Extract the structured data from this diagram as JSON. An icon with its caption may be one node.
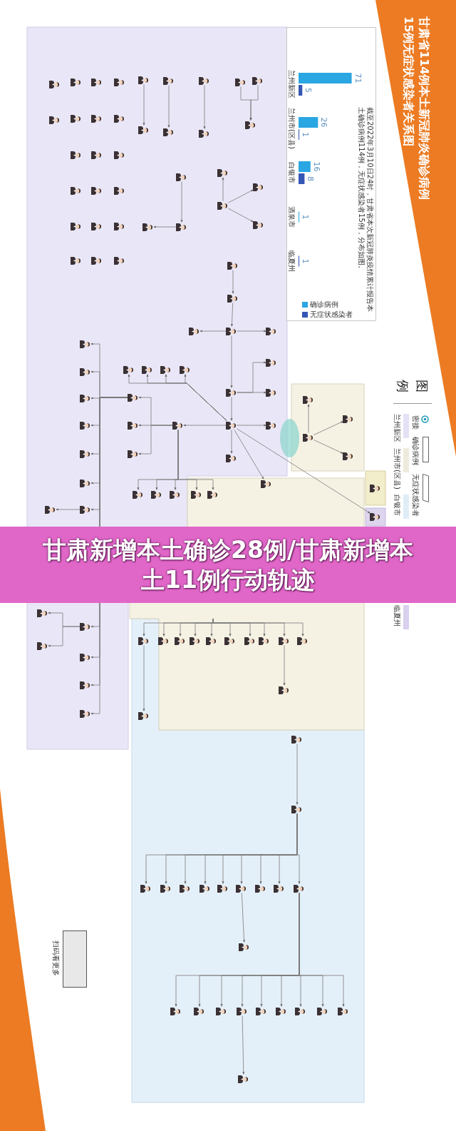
{
  "diagram": {
    "title": "甘肃省114例本土新冠肺炎确诊病例15例无症状感染者关系图",
    "nodes": [
      {
        "text": [],
        "shape": "box"
      },
      {
        "text": [],
        "shape": "box"
      },
      {
        "text": [],
        "shape": "box"
      },
      {
        "text": [],
        "shape": "box"
      },
      {
        "text": [],
        "shape": "box"
      },
      {
        "text": [],
        "shape": "box"
      },
      {
        "text": [],
        "shape": "person",
        "in": 0
      },
      {
        "text": [],
        "shape": "person",
        "in": 0
      },
      {
        "text": [],
        "shape": "person",
        "in": 0
      },
      {
        "text": [],
        "shape": "person",
        "in": 0
      },
      {
        "text": [],
        "shape": "person",
        "in": 0
      },
      {
        "text": [],
        "shape": "person",
        "in": 0
      },
      {
        "text": [],
        "shape": "person",
        "in": 0
      },
      {
        "text": [],
        "shape": "person",
        "in": 0
      },
      {
        "text": [],
        "shape": "person",
        "in": 0
      },
      {
        "text": [],
        "shape": "person",
        "in": 0
      },
      {
        "text": [],
        "shape": "person",
        "in": 0
      },
      {
        "text": [],
        "shape": "person",
        "in": 0
      },
      {
        "text": [],
        "shape": "person",
        "in": 0
      },
      {
        "text": [],
        "shape": "person",
        "in": 0
      },
      {
        "text": [],
        "shape": "person",
        "in": 0
      },
      {
        "text": [],
        "shape": "person",
        "in": 0
      },
      {
        "text": [],
        "shape": "person",
        "in": 0
      },
      {
        "text": [],
        "shape": "person",
        "in": 0
      },
      {
        "text": [],
        "shape": "person",
        "in": 0
      },
      {
        "text": [],
        "shape": "person",
        "in": 0
      },
      {
        "text": [],
        "shape": "person",
        "in": 0
      },
      {
        "text": [],
        "shape": "person",
        "in": 0
      },
      {
        "text": [],
        "shape": "person",
        "in": 0
      },
      {
        "text": [],
        "shape": "person",
        "in": 0
      },
      {
        "text": [],
        "shape": "person",
        "in": 0
      },
      {
        "text": [],
        "shape": "person",
        "in": 0
      },
      {
        "text": [],
        "shape": "person",
        "in": 0
      },
      {
        "text": [],
        "shape": "person",
        "in": 0
      },
      {
        "text": [],
        "shape": "person",
        "in": 0
      },
      {
        "text": [],
        "shape": "person",
        "in": 0
      },
      {
        "text": [],
        "shape": "person",
        "in": 0
      },
      {
        "text": [],
        "shape": "person",
        "in": 0
      },
      {
        "text": [],
        "shape": "person",
        "in": 0
      },
      {
        "text": [],
        "shape": "person",
        "in": 0
      },
      {
        "text": [],
        "shape": "person",
        "in": 0
      },
      {
        "text": [],
        "shape": "person",
        "in": 0
      },
      {
        "text": [],
        "shape": "person",
        "in": 0
      },
      {
        "text": [],
        "shape": "person",
        "in": 0
      },
      {
        "text": [],
        "shape": "person",
        "in": 0
      },
      {
        "text": [],
        "shape": "person",
        "in": 0
      },
      {
        "text": [],
        "shape": "person",
        "in": 0
      },
      {
        "text": [],
        "shape": "person",
        "in": 0
      },
      {
        "text": [],
        "shape": "person",
        "in": 0
      },
      {
        "text": [],
        "shape": "person",
        "in": 0
      },
      {
        "text": [],
        "shape": "person",
        "in": 0
      },
      {
        "text": [],
        "shape": "person",
        "in": 0
      },
      {
        "text": [],
        "shape": "person",
        "in": 0
      },
      {
        "text": [],
        "shape": "person",
        "in": 0
      },
      {
        "text": [],
        "shape": "person",
        "in": 0
      },
      {
        "text": [],
        "shape": "person",
        "in": 0
      },
      {
        "text": [],
        "shape": "person",
        "in": 0
      },
      {
        "text": [],
        "shape": "person",
        "in": 0
      },
      {
        "text": [],
        "shape": "person",
        "in": 0
      },
      {
        "text": [],
        "shape": "person",
        "in": 0
      },
      {
        "text": [],
        "shape": "person",
        "in": 0
      },
      {
        "text": [],
        "shape": "person",
        "in": 0
      },
      {
        "text": [],
        "shape": "person",
        "in": 0
      },
      {
        "text": [],
        "shape": "person",
        "in": 0
      },
      {
        "text": [],
        "shape": "person",
        "in": 0
      },
      {
        "text": [],
        "shape": "person",
        "in": 0
      },
      {
        "text": [],
        "shape": "person",
        "in": 0
      },
      {
        "text": [],
        "shape": "person",
        "in": 0
      },
      {
        "text": [],
        "shape": "person",
        "in": 0
      },
      {
        "text": [],
        "shape": "person",
        "in": 0
      },
      {
        "text": [],
        "shape": "person",
        "in": 0
      },
      {
        "text": [],
        "shape": "person",
        "in": 0
      },
      {
        "text": [],
        "shape": "person",
        "in": 0
      },
      {
        "text": [],
        "shape": "person",
        "in": 0
      },
      {
        "text": [],
        "shape": "person",
        "in": 0
      },
      {
        "text": [],
        "shape": "person",
        "in": 0
      },
      {
        "text": [],
        "shape": "person",
        "in": 0
      },
      {
        "text": [],
        "shape": "person",
        "in": 0
      },
      {
        "text": [],
        "shape": "person",
        "in": 2
      },
      {
        "text": [],
        "shape": "person",
        "in": 2
      },
      {
        "text": [],
        "shape": "person",
        "in": 2
      },
      {
        "text": [],
        "shape": "person",
        "in": 2
      },
      {
        "text": [],
        "shape": "person",
        "in": 3
      },
      {
        "text": [],
        "shape": "person",
        "in": 3
      },
      {
        "text": [],
        "shape": "person",
        "in": 3
      },
      {
        "text": [],
        "shape": "person",
        "in": 3
      },
      {
        "text": [],
        "shape": "person",
        "in": 3
      },
      {
        "text": [],
        "shape": "person",
        "in": 3
      },
      {
        "text": [],
        "shape": "person",
        "in": 3
      },
      {
        "text": [],
        "shape": "person",
        "in": 3
      },
      {
        "text": [],
        "shape": "person",
        "in": 3
      },
      {
        "text": [],
        "shape": "person",
        "in": 3
      },
      {
        "text": [],
        "shape": "person",
        "in": 3
      },
      {
        "text": [],
        "shape": "person",
        "in": 3
      },
      {
        "text": [],
        "shape": "person",
        "in": 3
      },
      {
        "text": [],
        "shape": "person",
        "in": 4
      },
      {
        "text": [],
        "shape": "person",
        "in": 5
      },
      {
        "text": [],
        "shape": "person",
        "in": 1
      },
      {
        "text": [],
        "shape": "person",
        "in": 1
      },
      {
        "text": [],
        "shape": "person",
        "in": 1
      },
      {
        "text": [],
        "shape": "person",
        "in": 1
      },
      {
        "text": [],
        "shape": "person",
        "in": 1
      },
      {
        "text": [],
        "shape": "person",
        "in": 1
      },
      {
        "text": [],
        "shape": "person",
        "in": 1
      },
      {
        "text": [],
        "shape": "person",
        "in": 1
      },
      {
        "text": [],
        "shape": "person",
        "in": 1
      },
      {
        "text": [],
        "shape": "person",
        "in": 1
      },
      {
        "text": [],
        "shape": "person",
        "in": 1
      },
      {
        "text": [],
        "shape": "person",
        "in": 1
      },
      {
        "text": [],
        "shape": "person",
        "in": 1
      },
      {
        "text": [],
        "shape": "person",
        "in": 1
      },
      {
        "text": [],
        "shape": "person",
        "in": 1
      },
      {
        "text": [],
        "shape": "person",
        "in": 1
      },
      {
        "text": [],
        "shape": "person",
        "in": 1
      },
      {
        "text": [],
        "shape": "person",
        "in": 1
      },
      {
        "text": [],
        "shape": "person",
        "in": 1
      },
      {
        "text": [],
        "shape": "person",
        "in": 1
      },
      {
        "text": [],
        "shape": "person",
        "in": 1
      },
      {
        "text": [],
        "shape": "person",
        "in": 1
      },
      {
        "text": [],
        "shape": "person",
        "in": 1
      },
      {
        "text": [],
        "shape": "person",
        "in": 1
      }
    ],
    "edges": [
      {
        "from": 26,
        "to": 27,
        "arrow": "to"
      },
      {
        "from": 28,
        "to": 29,
        "arrow": "to"
      },
      {
        "from": 30,
        "to": 31,
        "arrow": "to"
      },
      {
        "from": 32,
        "to": 34,
        "arrow": "to"
      },
      {
        "from": 33,
        "to": 34,
        "arrow": "to"
      },
      {
        "from": 35,
        "to": 36,
        "arrow": "to"
      },
      {
        "from": 36,
        "to": 37,
        "arrow": "to"
      },
      {
        "from": 39,
        "to": 38,
        "arrow": "to"
      },
      {
        "from": 39,
        "to": 40,
        "arrow": "to"
      },
      {
        "from": 39,
        "to": 41,
        "arrow": "to"
      },
      {
        "from": 42,
        "to": 43,
        "arrow": "to"
      },
      {
        "from": 43,
        "to": 45,
        "arrow": "to"
      },
      {
        "from": 45,
        "to": 44,
        "arrow": "to"
      },
      {
        "from": 45,
        "to": 46,
        "arrow": "to"
      },
      {
        "from": 45,
        "to": 48,
        "arrow": "to"
      },
      {
        "from": 48,
        "to": 47,
        "arrow": "to"
      },
      {
        "from": 48,
        "to": 49,
        "arrow": "to"
      },
      {
        "from": 48,
        "to": 50,
        "arrow": "to"
      },
      {
        "from": 50,
        "to": 51,
        "arrow": "to"
      },
      {
        "from": 50,
        "to": 52,
        "arrow": "to"
      },
      {
        "from": 50,
        "to": 57,
        "arrow": "to"
      },
      {
        "from": 50,
        "to": 84,
        "arrow": "to"
      },
      {
        "from": 50,
        "to": 96,
        "arrow": "to"
      },
      {
        "from": 50,
        "to": 53,
        "arrow": "to"
      },
      {
        "from": 50,
        "to": 54,
        "arrow": "to"
      },
      {
        "from": 50,
        "to": 55,
        "arrow": "to"
      },
      {
        "from": 50,
        "to": 56,
        "arrow": "to"
      },
      {
        "from": 57,
        "to": 58,
        "arrow": "to"
      },
      {
        "from": 57,
        "to": 59,
        "arrow": "to"
      },
      {
        "from": 57,
        "to": 60,
        "arrow": "to"
      },
      {
        "from": 57,
        "to": 75,
        "arrow": "to"
      },
      {
        "from": 57,
        "to": 76,
        "arrow": "to"
      },
      {
        "from": 57,
        "to": 77,
        "arrow": "to"
      },
      {
        "from": 57,
        "to": 82,
        "arrow": "to"
      },
      {
        "from": 57,
        "to": 83,
        "arrow": "to"
      },
      {
        "from": 58,
        "to": 61,
        "arrow": "to"
      },
      {
        "from": 58,
        "to": 62,
        "arrow": "to"
      },
      {
        "from": 58,
        "to": 63,
        "arrow": "to"
      },
      {
        "from": 58,
        "to": 64,
        "arrow": "to"
      },
      {
        "from": 58,
        "to": 65,
        "arrow": "to"
      },
      {
        "from": 58,
        "to": 66,
        "arrow": "to"
      },
      {
        "from": 58,
        "to": 67,
        "arrow": "to"
      },
      {
        "from": 58,
        "to": 68,
        "arrow": "to"
      },
      {
        "from": 58,
        "to": 69,
        "arrow": "to"
      },
      {
        "from": 58,
        "to": 70,
        "arrow": "to"
      },
      {
        "from": 58,
        "to": 71,
        "arrow": "to"
      },
      {
        "from": 67,
        "to": 72,
        "arrow": "to"
      },
      {
        "from": 68,
        "to": 73,
        "arrow": "to"
      },
      {
        "from": 68,
        "to": 74,
        "arrow": "to"
      },
      {
        "from": null,
        "to": 97,
        "arrow": "to"
      },
      {
        "from": null,
        "to": 85,
        "arrow": "to"
      },
      {
        "from": null,
        "to": 86,
        "arrow": "to"
      },
      {
        "from": null,
        "to": 87,
        "arrow": "to"
      },
      {
        "from": null,
        "to": 88,
        "arrow": "to"
      },
      {
        "from": null,
        "to": 89,
        "arrow": "to"
      },
      {
        "from": null,
        "to": 90,
        "arrow": "to"
      },
      {
        "from": null,
        "to": 91,
        "arrow": "to"
      },
      {
        "from": null,
        "to": 92,
        "arrow": "to"
      },
      {
        "from": null,
        "to": 93,
        "arrow": "to"
      },
      {
        "from": 97,
        "to": 98,
        "arrow": "to"
      },
      {
        "from": 92,
        "to": 94,
        "arrow": "to"
      },
      {
        "from": 80,
        "to": 78,
        "arrow": "to"
      },
      {
        "from": 80,
        "to": 79,
        "arrow": "to"
      },
      {
        "from": 80,
        "to": 81,
        "arrow": "to"
      },
      {
        "from": 99,
        "to": 100,
        "arrow": "to"
      },
      {
        "from": 100,
        "to": 101,
        "arrow": "to"
      },
      {
        "from": 100,
        "to": 102,
        "arrow": "to"
      },
      {
        "from": 100,
        "to": 103,
        "arrow": "to"
      },
      {
        "from": 100,
        "to": 104,
        "arrow": "to"
      },
      {
        "from": 100,
        "to": 105,
        "arrow": "to"
      },
      {
        "from": 100,
        "to": 106,
        "arrow": "to"
      },
      {
        "from": 100,
        "to": 107,
        "arrow": "to"
      },
      {
        "from": 100,
        "to": 108,
        "arrow": "to"
      },
      {
        "from": 100,
        "to": 109,
        "arrow": "to"
      },
      {
        "from": 106,
        "to": 110,
        "arrow": "to"
      },
      {
        "from": 109,
        "to": 111,
        "arrow": "to"
      },
      {
        "from": 109,
        "to": 112,
        "arrow": "to"
      },
      {
        "from": 109,
        "to": 113,
        "arrow": "to"
      },
      {
        "from": 109,
        "to": 114,
        "arrow": "to"
      },
      {
        "from": 109,
        "to": 115,
        "arrow": "to"
      },
      {
        "from": 109,
        "to": 116,
        "arrow": "to"
      },
      {
        "from": 109,
        "to": 117,
        "arrow": "to"
      },
      {
        "from": 109,
        "to": 118,
        "arrow": "to"
      },
      {
        "from": 109,
        "to": 119,
        "arrow": "to"
      },
      {
        "from": 114,
        "to": 120,
        "arrow": "to"
      }
    ],
    "labels": [
      "截至2022年3月10日24时，甘肃省本次新冠肺炎疫情累计报告本土确诊病例114例，无症状感染者15例，分布如图。",
      "图例",
      "扫码看更多",
      "甘肃新增本土确诊28例/甘肃新增本土11例行动轨迹"
    ],
    "legend": [
      {
        "text": "密接"
      },
      {
        "text": "确诊病例"
      },
      {
        "text": "无症状感染者"
      },
      {
        "text": "兰州新区",
        "color": "#e4e1f5"
      },
      {
        "text": "兰州市(区县)",
        "color": "#efebdc"
      },
      {
        "text": "白银市",
        "color": "#dfedf7"
      },
      {
        "text": "临夏州",
        "color": "#d9cfee"
      }
    ],
    "chart_data": {
      "type": "bar",
      "orientation": "horizontal",
      "categories": [
        "兰州新区",
        "兰州市(区县)",
        "白银市",
        "酒泉市",
        "临夏州"
      ],
      "series": [
        {
          "name": "确诊病例",
          "color": "#2aa6e2",
          "values": [
            71,
            26,
            16,
            1,
            null
          ]
        },
        {
          "name": "无症状感染者",
          "color": "#3456b4",
          "values": [
            5,
            1,
            8,
            null,
            1
          ]
        }
      ],
      "data_labels": true,
      "legend": "lower left"
    }
  }
}
